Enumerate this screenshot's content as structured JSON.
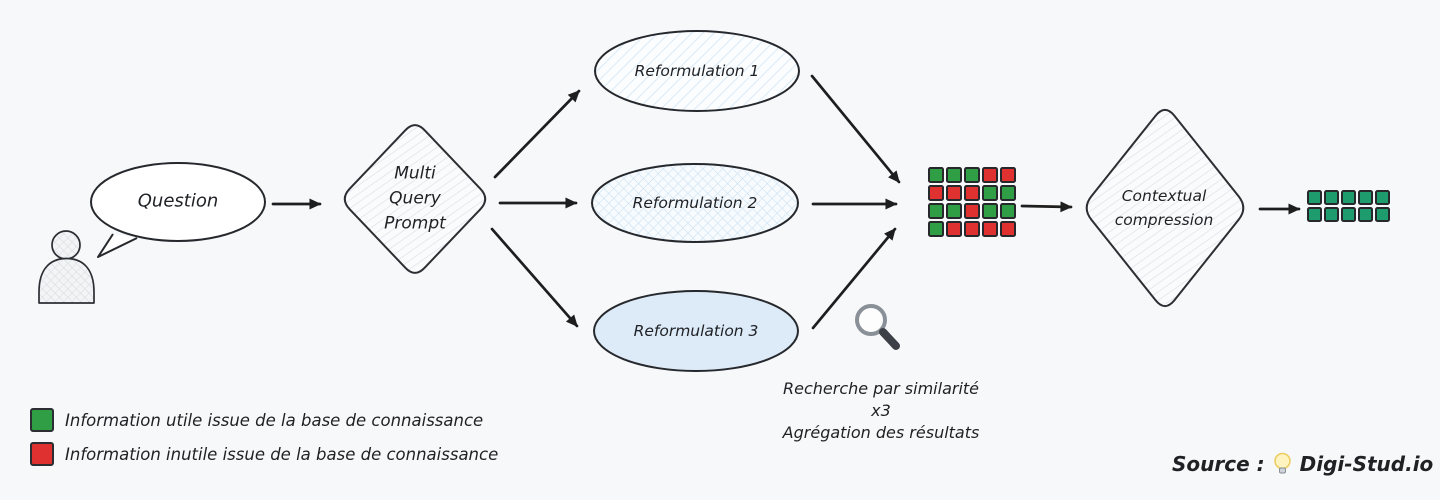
{
  "colors": {
    "background": "#f7f8fa",
    "stroke": "#1e1e1e",
    "green": "#2f9e44",
    "red": "#e03131",
    "output_green": "#1f9c6d"
  },
  "nodes": {
    "question": {
      "label": "Question"
    },
    "multi_query_prompt": {
      "lines": [
        "Multi",
        "Query",
        "Prompt"
      ]
    },
    "reformulations": [
      {
        "label": "Reformulation 1"
      },
      {
        "label": "Reformulation 2"
      },
      {
        "label": "Reformulation 3"
      }
    ],
    "contextual_compression": {
      "lines": [
        "Contextual",
        "compression"
      ]
    }
  },
  "retrieval_grid": {
    "rows": [
      [
        "G",
        "G",
        "G",
        "R",
        "R"
      ],
      [
        "R",
        "R",
        "R",
        "G",
        "G"
      ],
      [
        "G",
        "G",
        "R",
        "G",
        "G"
      ],
      [
        "G",
        "R",
        "R",
        "R",
        "R"
      ]
    ]
  },
  "output_grid": {
    "rows": [
      [
        "G",
        "G",
        "G",
        "G",
        "G"
      ],
      [
        "G",
        "G",
        "G",
        "G",
        "G"
      ]
    ]
  },
  "search_note": {
    "lines": [
      "Recherche par similarité",
      "x3",
      "Agrégation des résultats"
    ]
  },
  "legend": {
    "items": [
      {
        "color": "green",
        "label": "Information utile issue de la base de connaissance"
      },
      {
        "color": "red",
        "label": "Information inutile issue de la base de connaissance"
      }
    ]
  },
  "source": {
    "label": "Source :",
    "brand": "Digi-Stud.io"
  }
}
